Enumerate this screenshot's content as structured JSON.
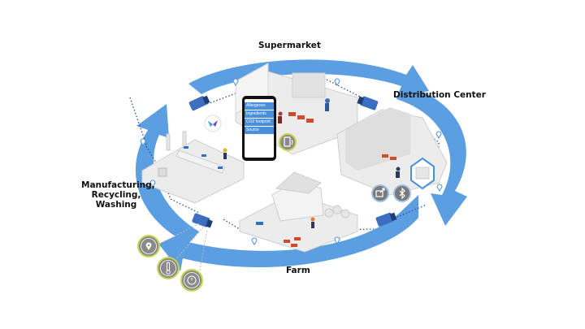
{
  "diagram": {
    "title": "Circular supply chain",
    "colors": {
      "arrow": "#5b9ee1",
      "arrow_dark": "#3f86d3",
      "platform": "#ececec",
      "platform_edge": "#cfcfcf",
      "truck": "#3d6fc0",
      "dotted_link": "#2a4f8f",
      "sensor_ring": "#c9d64a",
      "sensor_fill": "#8a8a8a",
      "hex_outline": "#4a8fdc",
      "crate_red": "#d14a2a",
      "crate_blue": "#2f6fc4"
    },
    "stages": [
      {
        "id": "supermarket",
        "label": "Supermarket"
      },
      {
        "id": "distribution",
        "label": "Distribution Center"
      },
      {
        "id": "farm",
        "label": "Farm"
      },
      {
        "id": "manufacturing",
        "label_lines": [
          "Manufacturing,",
          "Recycling,",
          "Washing"
        ]
      }
    ],
    "phone": {
      "menu_items": [
        "Allergenes",
        "Ingredients",
        "CO2 footprint",
        "Source"
      ]
    },
    "sensor_icons": [
      {
        "icon": "location-pin-icon"
      },
      {
        "icon": "thermometer-icon"
      },
      {
        "icon": "clock-icon"
      }
    ],
    "distribution_icons": [
      {
        "icon": "share-icon"
      },
      {
        "icon": "bluetooth-icon"
      }
    ],
    "supermarket_icon": {
      "icon": "nfc-phone-icon"
    },
    "manufacturing_icon": {
      "icon": "butterfly-logo-icon"
    }
  }
}
